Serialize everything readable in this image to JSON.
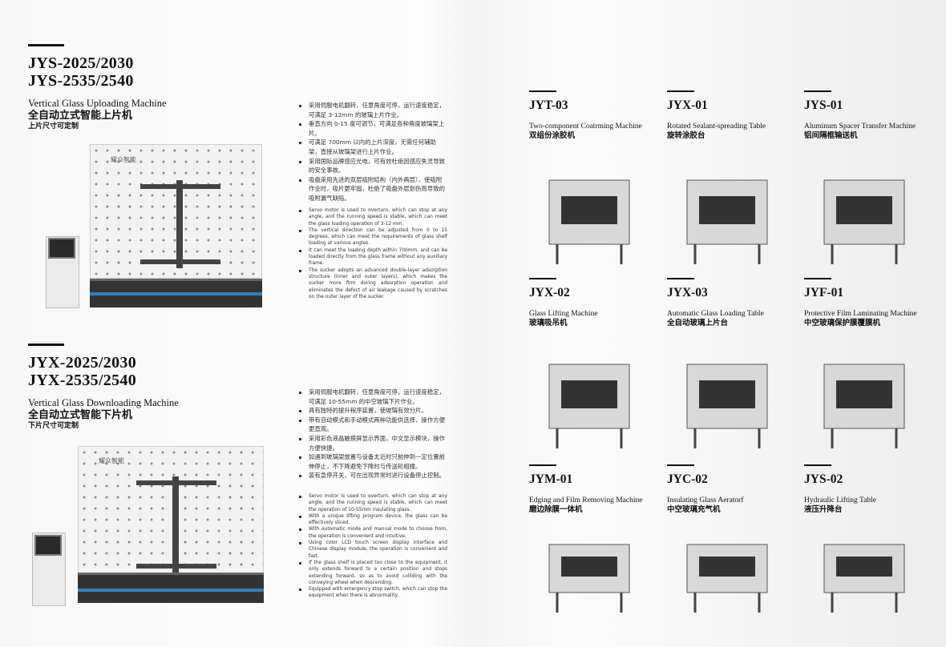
{
  "left": {
    "sections": [
      {
        "models": [
          "JYS-2025/2030",
          "JYS-2535/2540"
        ],
        "name_en": "Vertical Glass Uploading Machine",
        "name_cn": "全自动立式智能上片机",
        "note_cn": "上片尺寸可定制",
        "logo": "耀众智能",
        "bullets_cn": [
          "采用伺服电机翻转，任意角度可停，运行速度稳定，可满足 3-12mm 的玻璃上片作业。",
          "垂直方向 0-15 度可调节，可满足各种角度玻璃架上片。",
          "可满足 700mm 以内的上片深度，无需任何辅助架，直接从玻璃架进行上片作业。",
          "采用国际品牌感应光电，可有效杜绝因感应失灵导致的安全事故。",
          "吸盘采用先进的双层吸附结构（内外两层），使吸附作业时，吸片更牢固，杜绝了吸盘外层划伤而导致的吸附漏气缺陷。"
        ],
        "bullets_en": [
          "Servo motor is used to overturn, which can stop at any angle, and the running speed is stable, which can meet the glass loading operation of 3-12 mm.",
          "The vertical direction can be adjusted from 0 to 15 degrees, which can meet the requirements of glass shelf loading at various angles.",
          "It can meet the loading depth within 700mm, and can be loaded directly from the glass frame without any auxiliary frame.",
          "The sucker adopts an advanced double-layer adsorption structure (inner and outer layers), which makes the sucker more firm during adsorption operation and eliminates the defect of air leakage caused by scratches on the outer layer of the sucker."
        ]
      },
      {
        "models": [
          "JYX-2025/2030",
          "JYX-2535/2540"
        ],
        "name_en": "Vertical Glass Downloading Machine",
        "name_cn": "全自动立式智能下片机",
        "note_cn": "下片尺寸可定制",
        "logo": "耀众智能",
        "bullets_cn": [
          "采用伺服电机翻转，任意角度可停，运行速度稳定，可满足 10-55mm 的中空玻璃下片作业。",
          "具有独特的提升程序装置，使玻璃有效分片。",
          "带有自动模式和手动模式两种功能供选择，操作方便更直观。",
          "采用彩色液晶触摸屏显示界面，中文显示模块，操作方便快捷。",
          "如遇到玻璃架放置与设备太近时只前伸到一定位置前伸停止，不下降避免下降时与传送轮相撞。",
          "装有急停开关，可在出现异常时进行设备停止控制。"
        ],
        "bullets_en": [
          "Servo motor is used to overturn, which can stop at any angle, and the running speed is stable, which can meet the operation of 10-55mm insulating glass.",
          "With a unique lifting program device, the glass can be effectively sliced.",
          "With automatic mode and manual mode to choose from, the operation is convenient and intuitive.",
          "Using color LCD touch screen display interface and Chinese display module, the operation is convenient and fast.",
          "If the glass shelf is placed too close to the equipment, it only extends forward to a certain position and stops extending forward, so as to avoid colliding with the conveying wheel when descending.",
          "Equipped with emergency stop switch, which can stop the equipment when there is abnormality."
        ]
      }
    ]
  },
  "products": [
    {
      "model": "JYT-03",
      "en": "Two-component Coatrming Machine",
      "cn": "双组份涂胶机"
    },
    {
      "model": "JYX-01",
      "en": "Rotated Sealant-spreading Table",
      "cn": "旋转涂胶台"
    },
    {
      "model": "JYS-01",
      "en": "Aluminum Spacer Transfer Machine",
      "cn": "铝间隔框输送机"
    },
    {
      "model": "JYX-02",
      "en": "Glass Lifting Machine",
      "cn": "玻璃吸吊机"
    },
    {
      "model": "JYX-03",
      "en": "Automatic Glass Loading Table",
      "cn": "全自动玻璃上片台"
    },
    {
      "model": "JYF-01",
      "en": "Protective Film Laminating Machine",
      "cn": "中空玻璃保护膜覆膜机"
    },
    {
      "model": "JYM-01",
      "en": "Edging and Film Removing Machine",
      "cn": "磨边除膜一体机"
    },
    {
      "model": "JYC-02",
      "en": "Insulating Glass Aeratorf",
      "cn": "中空玻璃充气机"
    },
    {
      "model": "JYS-02",
      "en": "Hydraulic Lifting Table",
      "cn": "液压升降台"
    }
  ]
}
